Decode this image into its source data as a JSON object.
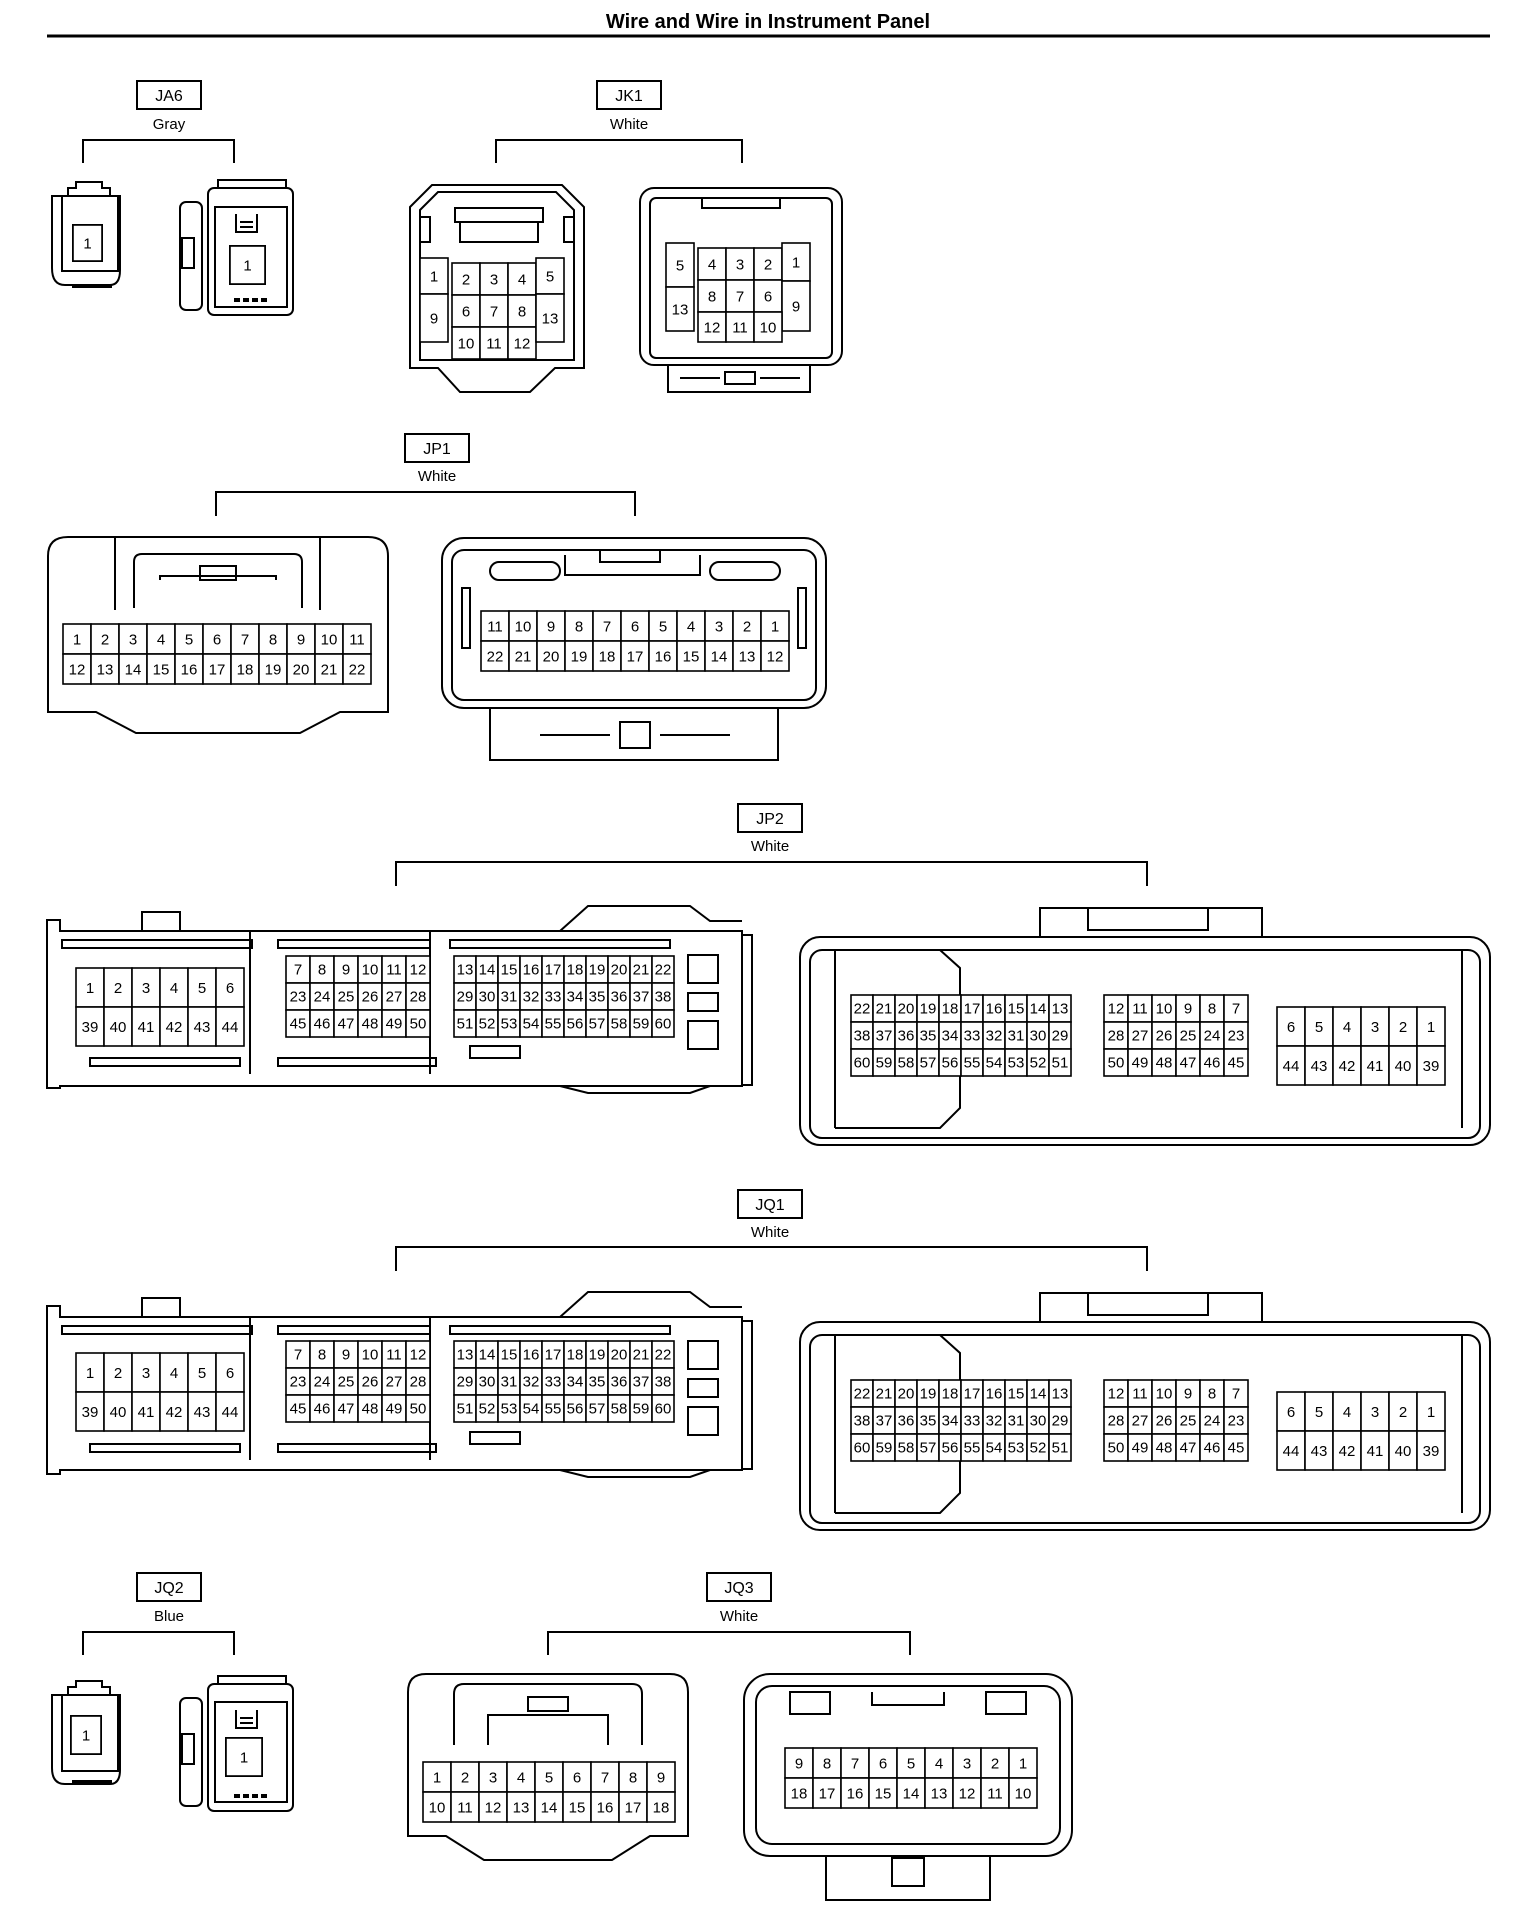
{
  "page": {
    "title": "Wire and Wire in Instrument Panel"
  },
  "connectors": {
    "ja6": {
      "code": "JA6",
      "color": "Gray"
    },
    "jk1": {
      "code": "JK1",
      "color": "White"
    },
    "jp1": {
      "code": "JP1",
      "color": "White"
    },
    "jp2": {
      "code": "JP2",
      "color": "White"
    },
    "jq1": {
      "code": "JQ1",
      "color": "White"
    },
    "jq2": {
      "code": "JQ2",
      "color": "Blue"
    },
    "jq3": {
      "code": "JQ3",
      "color": "White"
    }
  },
  "pins": {
    "ja6_female": [
      "1"
    ],
    "ja6_male": [
      "1"
    ],
    "jk1_female": [
      "1",
      "2",
      "3",
      "4",
      "5",
      "6",
      "7",
      "8",
      "9",
      "10",
      "11",
      "12",
      "13"
    ],
    "jk1_male": [
      "5",
      "4",
      "3",
      "2",
      "1",
      "13",
      "8",
      "7",
      "6",
      "9",
      "12",
      "11",
      "10"
    ],
    "jp1_female": [
      [
        "1",
        "2",
        "3",
        "4",
        "5",
        "6",
        "7",
        "8",
        "9",
        "10",
        "11"
      ],
      [
        "12",
        "13",
        "14",
        "15",
        "16",
        "17",
        "18",
        "19",
        "20",
        "21",
        "22"
      ]
    ],
    "jp1_male": [
      [
        "11",
        "10",
        "9",
        "8",
        "7",
        "6",
        "5",
        "4",
        "3",
        "2",
        "1"
      ],
      [
        "22",
        "21",
        "20",
        "19",
        "18",
        "17",
        "16",
        "15",
        "14",
        "13",
        "12"
      ]
    ],
    "jp2_female": {
      "a": [
        [
          "1",
          "2",
          "3",
          "4",
          "5",
          "6"
        ],
        [
          "39",
          "40",
          "41",
          "42",
          "43",
          "44"
        ]
      ],
      "b": [
        [
          "7",
          "8",
          "9",
          "10",
          "11",
          "12"
        ],
        [
          "23",
          "24",
          "25",
          "26",
          "27",
          "28"
        ],
        [
          "45",
          "46",
          "47",
          "48",
          "49",
          "50"
        ]
      ],
      "c": [
        [
          "13",
          "14",
          "15",
          "16",
          "17",
          "18",
          "19",
          "20",
          "21",
          "22"
        ],
        [
          "29",
          "30",
          "31",
          "32",
          "33",
          "34",
          "35",
          "36",
          "37",
          "38"
        ],
        [
          "51",
          "52",
          "53",
          "54",
          "55",
          "56",
          "57",
          "58",
          "59",
          "60"
        ]
      ]
    },
    "jp2_male": {
      "a": [
        [
          "22",
          "21",
          "20",
          "19",
          "18",
          "17",
          "16",
          "15",
          "14",
          "13"
        ],
        [
          "38",
          "37",
          "36",
          "35",
          "34",
          "33",
          "32",
          "31",
          "30",
          "29"
        ],
        [
          "60",
          "59",
          "58",
          "57",
          "56",
          "55",
          "54",
          "53",
          "52",
          "51"
        ]
      ],
      "b": [
        [
          "12",
          "11",
          "10",
          "9",
          "8",
          "7"
        ],
        [
          "28",
          "27",
          "26",
          "25",
          "24",
          "23"
        ],
        [
          "50",
          "49",
          "48",
          "47",
          "46",
          "45"
        ]
      ],
      "c": [
        [
          "6",
          "5",
          "4",
          "3",
          "2",
          "1"
        ],
        [
          "44",
          "43",
          "42",
          "41",
          "40",
          "39"
        ]
      ]
    },
    "jq1_female": {
      "a": [
        [
          "1",
          "2",
          "3",
          "4",
          "5",
          "6"
        ],
        [
          "39",
          "40",
          "41",
          "42",
          "43",
          "44"
        ]
      ],
      "b": [
        [
          "7",
          "8",
          "9",
          "10",
          "11",
          "12"
        ],
        [
          "23",
          "24",
          "25",
          "26",
          "27",
          "28"
        ],
        [
          "45",
          "46",
          "47",
          "48",
          "49",
          "50"
        ]
      ],
      "c": [
        [
          "13",
          "14",
          "15",
          "16",
          "17",
          "18",
          "19",
          "20",
          "21",
          "22"
        ],
        [
          "29",
          "30",
          "31",
          "32",
          "33",
          "34",
          "35",
          "36",
          "37",
          "38"
        ],
        [
          "51",
          "52",
          "53",
          "54",
          "55",
          "56",
          "57",
          "58",
          "59",
          "60"
        ]
      ]
    },
    "jq1_male": {
      "a": [
        [
          "22",
          "21",
          "20",
          "19",
          "18",
          "17",
          "16",
          "15",
          "14",
          "13"
        ],
        [
          "38",
          "37",
          "36",
          "35",
          "34",
          "33",
          "32",
          "31",
          "30",
          "29"
        ],
        [
          "60",
          "59",
          "58",
          "57",
          "56",
          "55",
          "54",
          "53",
          "52",
          "51"
        ]
      ],
      "b": [
        [
          "12",
          "11",
          "10",
          "9",
          "8",
          "7"
        ],
        [
          "28",
          "27",
          "26",
          "25",
          "24",
          "23"
        ],
        [
          "50",
          "49",
          "48",
          "47",
          "46",
          "45"
        ]
      ],
      "c": [
        [
          "6",
          "5",
          "4",
          "3",
          "2",
          "1"
        ],
        [
          "44",
          "43",
          "42",
          "41",
          "40",
          "39"
        ]
      ]
    },
    "jq2_female": [
      "1"
    ],
    "jq2_male": [
      "1"
    ],
    "jq3_female": [
      [
        "1",
        "2",
        "3",
        "4",
        "5",
        "6",
        "7",
        "8",
        "9"
      ],
      [
        "10",
        "11",
        "12",
        "13",
        "14",
        "15",
        "16",
        "17",
        "18"
      ]
    ],
    "jq3_male": [
      [
        "9",
        "8",
        "7",
        "6",
        "5",
        "4",
        "3",
        "2",
        "1"
      ],
      [
        "18",
        "17",
        "16",
        "15",
        "14",
        "13",
        "12",
        "11",
        "10"
      ]
    ]
  }
}
